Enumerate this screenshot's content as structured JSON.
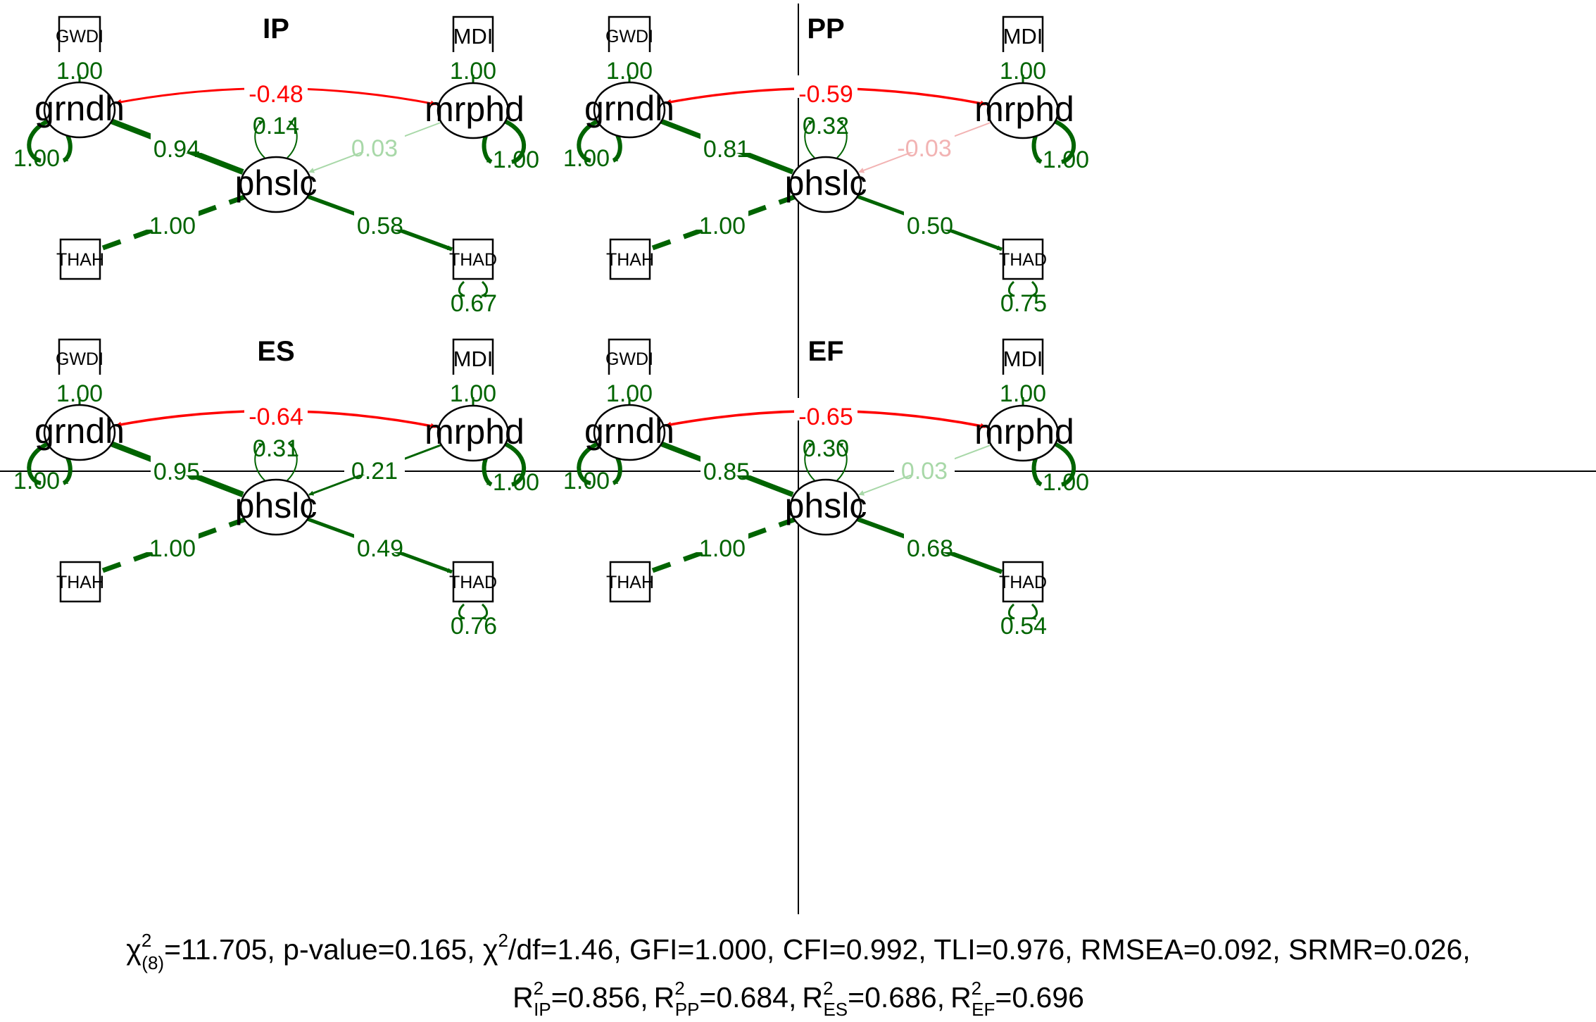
{
  "colors": {
    "positive": "#006400",
    "negative": "#ff0000",
    "weak_positive": "#a8d8a8",
    "weak_negative": "#f2b3b3"
  },
  "nodes": {
    "gwdi": "GWDI",
    "mdi": "MDI",
    "thah": "THAH",
    "thad": "THAD",
    "grndh": "grndh",
    "mrphd": "mrphd",
    "phslc": "phslc"
  },
  "panels": [
    {
      "title": "IP",
      "loadings": {
        "gwdi": "1.00",
        "mdi": "1.00",
        "thah": "1.00",
        "thad": "0.58"
      },
      "covariance": "-0.48",
      "paths": {
        "grndh_phslc": "0.94",
        "mrphd_phslc": "0.03"
      },
      "variances": {
        "grndh": "1.00",
        "mrphd": "1.00",
        "phslc": "0.14",
        "thad": "0.67"
      }
    },
    {
      "title": "PP",
      "loadings": {
        "gwdi": "1.00",
        "mdi": "1.00",
        "thah": "1.00",
        "thad": "0.50"
      },
      "covariance": "-0.59",
      "paths": {
        "grndh_phslc": "0.81",
        "mrphd_phslc": "-0.03"
      },
      "variances": {
        "grndh": "1.00",
        "mrphd": "1.00",
        "phslc": "0.32",
        "thad": "0.75"
      }
    },
    {
      "title": "ES",
      "loadings": {
        "gwdi": "1.00",
        "mdi": "1.00",
        "thah": "1.00",
        "thad": "0.49"
      },
      "covariance": "-0.64",
      "paths": {
        "grndh_phslc": "0.95",
        "mrphd_phslc": "0.21"
      },
      "variances": {
        "grndh": "1.00",
        "mrphd": "1.00",
        "phslc": "0.31",
        "thad": "0.76"
      }
    },
    {
      "title": "EF",
      "loadings": {
        "gwdi": "1.00",
        "mdi": "1.00",
        "thah": "1.00",
        "thad": "0.68"
      },
      "covariance": "-0.65",
      "paths": {
        "grndh_phslc": "0.85",
        "mrphd_phslc": "0.03"
      },
      "variances": {
        "grndh": "1.00",
        "mrphd": "1.00",
        "phslc": "0.30",
        "thad": "0.54"
      }
    }
  ],
  "fit": {
    "line1": {
      "chi": "χ",
      "chi_sup": "2",
      "chi_sub": "(8)",
      "chi_value": "=11.705, p-value=0.165, χ",
      "chi2_sup": "2",
      "rest": "/df=1.46, GFI=1.000, CFI=0.992, TLI=0.976, RMSEA=0.092, SRMR=0.026,"
    },
    "line2": {
      "r_label": "R",
      "sup": "2",
      "items": [
        {
          "sub": "IP",
          "value": "=0.856,"
        },
        {
          "sub": "PP",
          "value": "=0.684,"
        },
        {
          "sub": "ES",
          "value": "=0.686,"
        },
        {
          "sub": "EF",
          "value": "=0.696"
        }
      ]
    }
  }
}
